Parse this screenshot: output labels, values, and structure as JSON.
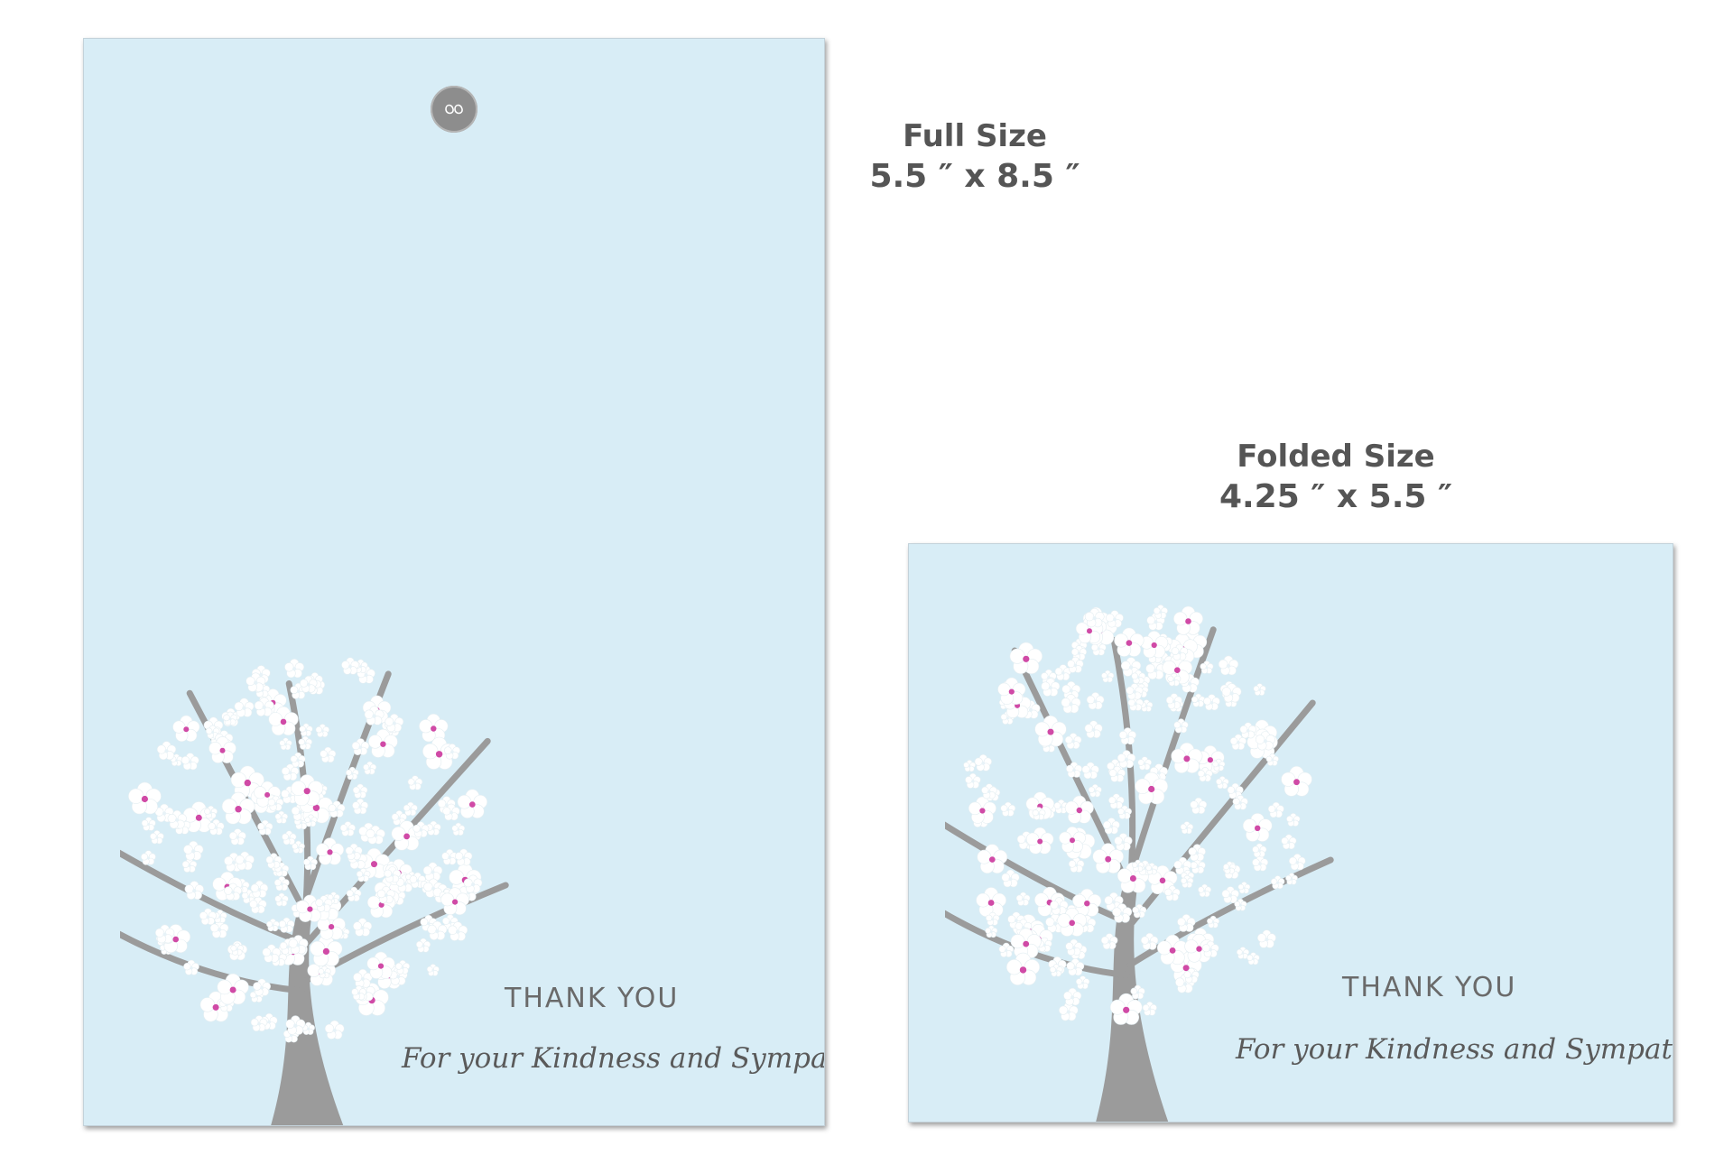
{
  "full_size": {
    "title": "Full Size",
    "dimensions": "5.5 ″ x  8.5 ″"
  },
  "folded_size": {
    "title": "Folded Size",
    "dimensions": "4.25 ″  x  5.5 ″"
  },
  "card_full": {
    "heading": "THANK YOU",
    "subtitle": "For your Kindness and Sympathy"
  },
  "card_folded": {
    "heading": "THANK YOU",
    "subtitle": "For your Kindness and Sympathy"
  },
  "colors": {
    "card_background": "#d8edf6",
    "trunk": "#9b9b9b",
    "blossom": "#ffffff",
    "blossom_center": "#d04aa6",
    "text": "#666666"
  },
  "icons": [
    "logo-seal-icon",
    "blossom-tree-illustration"
  ]
}
